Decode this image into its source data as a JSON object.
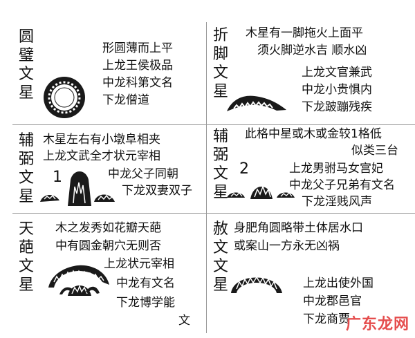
{
  "cells": [
    {
      "title": "圆璧文星",
      "lines": [
        "形圆薄而上平",
        "上龙王侯极品",
        "中龙科第文名",
        "下龙僧道"
      ]
    },
    {
      "title": "折脚文星",
      "lines": [
        "木星有一脚拖火上面平",
        "须火脚逆水吉 顺水凶",
        "上龙文官兼武",
        "中龙小贵惧内",
        "下龙跛蹦残疾"
      ]
    },
    {
      "title": "辅弼文星",
      "number": "1",
      "lines": [
        "木星左右有小墩阜相夹",
        "上龙文武全才状元宰相",
        "中龙父子同朝",
        "下龙双妻双子"
      ]
    },
    {
      "title": "辅弼文星",
      "number": "2",
      "lines": [
        "此格中星或木或金较1格低",
        "似类三台",
        "上龙男驸马女宫妃",
        "中龙父子兄弟有文名",
        "下龙淫贱风声"
      ]
    },
    {
      "title": "天葩文星",
      "lines": [
        "木之发秀如花瓣天葩",
        "中有圆金朝穴无则否",
        "上龙状元宰相",
        "中龙有文名",
        "下龙博学能",
        "文"
      ]
    },
    {
      "title": "赦文文星",
      "lines": [
        "身肥角圆略带土体居水口",
        "或案山一方永无凶祸",
        "上龙出使外国",
        "中龙郡邑官",
        "下龙商贾"
      ]
    }
  ],
  "watermark": "广东龙网"
}
